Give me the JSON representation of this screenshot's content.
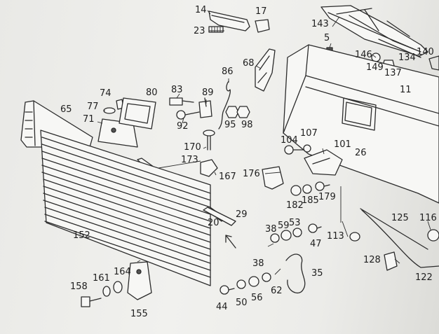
{
  "part_labels": [
    {
      "id": "p14",
      "text": "14"
    },
    {
      "id": "p17",
      "text": "17"
    },
    {
      "id": "p23",
      "text": "23"
    },
    {
      "id": "p143",
      "text": "143"
    },
    {
      "id": "p5",
      "text": "5"
    },
    {
      "id": "p146",
      "text": "146"
    },
    {
      "id": "p134",
      "text": "134"
    },
    {
      "id": "p140",
      "text": "140"
    },
    {
      "id": "p149",
      "text": "149"
    },
    {
      "id": "p137",
      "text": "137"
    },
    {
      "id": "p68",
      "text": "68"
    },
    {
      "id": "p86",
      "text": "86"
    },
    {
      "id": "p11",
      "text": "11"
    },
    {
      "id": "p74",
      "text": "74"
    },
    {
      "id": "p80",
      "text": "80"
    },
    {
      "id": "p83",
      "text": "83"
    },
    {
      "id": "p89",
      "text": "89"
    },
    {
      "id": "p65",
      "text": "65"
    },
    {
      "id": "p77",
      "text": "77"
    },
    {
      "id": "p71",
      "text": "71"
    },
    {
      "id": "p92",
      "text": "92"
    },
    {
      "id": "p95",
      "text": "95"
    },
    {
      "id": "p98",
      "text": "98"
    },
    {
      "id": "p170",
      "text": "170"
    },
    {
      "id": "p173",
      "text": "173"
    },
    {
      "id": "p167",
      "text": "167"
    },
    {
      "id": "p104",
      "text": "104"
    },
    {
      "id": "p107",
      "text": "107"
    },
    {
      "id": "p101",
      "text": "101"
    },
    {
      "id": "p26",
      "text": "26"
    },
    {
      "id": "p176",
      "text": "176"
    },
    {
      "id": "p182",
      "text": "182"
    },
    {
      "id": "p185",
      "text": "185"
    },
    {
      "id": "p179",
      "text": "179"
    },
    {
      "id": "p125",
      "text": "125"
    },
    {
      "id": "p116",
      "text": "116"
    },
    {
      "id": "p29",
      "text": "29"
    },
    {
      "id": "p20",
      "text": "20"
    },
    {
      "id": "p152",
      "text": "152"
    },
    {
      "id": "p38a",
      "text": "38"
    },
    {
      "id": "p59",
      "text": "59"
    },
    {
      "id": "p53",
      "text": "53"
    },
    {
      "id": "p47",
      "text": "47"
    },
    {
      "id": "p113",
      "text": "113"
    },
    {
      "id": "p128",
      "text": "128"
    },
    {
      "id": "p122",
      "text": "122"
    },
    {
      "id": "p38b",
      "text": "38"
    },
    {
      "id": "p35",
      "text": "35"
    },
    {
      "id": "p164",
      "text": "164"
    },
    {
      "id": "p161",
      "text": "161"
    },
    {
      "id": "p158",
      "text": "158"
    },
    {
      "id": "p155",
      "text": "155"
    },
    {
      "id": "p44",
      "text": "44"
    },
    {
      "id": "p50",
      "text": "50"
    },
    {
      "id": "p56",
      "text": "56"
    },
    {
      "id": "p62",
      "text": "62"
    }
  ],
  "colors": {
    "line": "#2b2b2b",
    "paper": "#efefec"
  }
}
